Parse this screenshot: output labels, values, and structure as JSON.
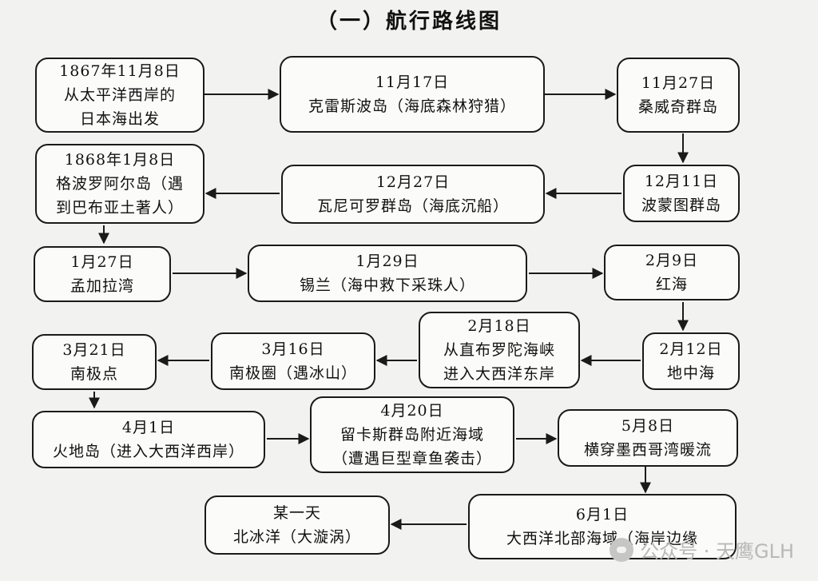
{
  "title": "（一）航行路线图",
  "nodes": [
    {
      "id": "n1",
      "lines": [
        "1867年11月8日",
        "从太平洋西岸的",
        "日本海出发"
      ]
    },
    {
      "id": "n2",
      "lines": [
        "11月17日",
        "克雷斯波岛（海底森林狩猎）"
      ]
    },
    {
      "id": "n3",
      "lines": [
        "11月27日",
        "桑威奇群岛"
      ]
    },
    {
      "id": "n4",
      "lines": [
        "12月11日",
        "波蒙图群岛"
      ]
    },
    {
      "id": "n5",
      "lines": [
        "12月27日",
        "瓦尼可罗群岛（海底沉船）"
      ]
    },
    {
      "id": "n6",
      "lines": [
        "1868年1月8日",
        "格波罗阿尔岛（遇",
        "到巴布亚土著人）"
      ]
    },
    {
      "id": "n7",
      "lines": [
        "1月27日",
        "孟加拉湾"
      ]
    },
    {
      "id": "n8",
      "lines": [
        "1月29日",
        "锡兰（海中救下采珠人）"
      ]
    },
    {
      "id": "n9",
      "lines": [
        "2月9日",
        "红海"
      ]
    },
    {
      "id": "n10",
      "lines": [
        "2月12日",
        "地中海"
      ]
    },
    {
      "id": "n11",
      "lines": [
        "2月18日",
        "从直布罗陀海峡",
        "进入大西洋东岸"
      ]
    },
    {
      "id": "n12",
      "lines": [
        "3月16日",
        "南极圈（遇冰山）"
      ]
    },
    {
      "id": "n13",
      "lines": [
        "3月21日",
        "南极点"
      ]
    },
    {
      "id": "n14",
      "lines": [
        "4月1日",
        "火地岛（进入大西洋西岸）"
      ]
    },
    {
      "id": "n15",
      "lines": [
        "4月20日",
        "留卡斯群岛附近海域",
        "（遭遇巨型章鱼袭击）"
      ]
    },
    {
      "id": "n16",
      "lines": [
        "5月8日",
        "横穿墨西哥湾暖流"
      ]
    },
    {
      "id": "n17",
      "lines": [
        "6月1日",
        "大西洋北部海域（海岸边缘"
      ]
    },
    {
      "id": "n18",
      "lines": [
        "某一天",
        "北冰洋（大漩涡）"
      ]
    }
  ],
  "watermark": "公众号 · 天鹰GLH"
}
